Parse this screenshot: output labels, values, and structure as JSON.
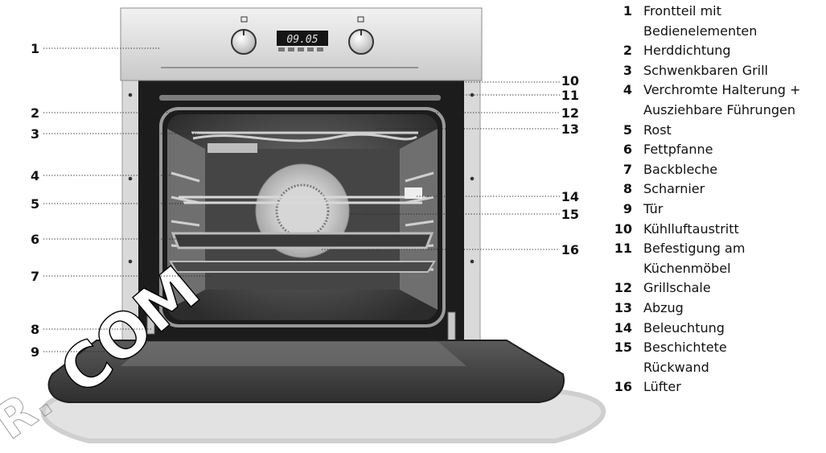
{
  "display": {
    "time": "09.05"
  },
  "watermark": {
    "text": "COM",
    "faint_text": "R."
  },
  "callouts_left": [
    "1",
    "2",
    "3",
    "4",
    "5",
    "6",
    "7",
    "8",
    "9"
  ],
  "callouts_right": [
    "10",
    "11",
    "12",
    "13",
    "14",
    "15",
    "16"
  ],
  "legend": [
    {
      "num": "1",
      "text": "Frontteil mit\nBedienelementen"
    },
    {
      "num": "2",
      "text": "Herddichtung"
    },
    {
      "num": "3",
      "text": "Schwenkbaren Grill"
    },
    {
      "num": "4",
      "text": "Verchromte Halterung +\nAusziehbare Führungen"
    },
    {
      "num": "5",
      "text": "Rost"
    },
    {
      "num": "6",
      "text": "Fettpfanne"
    },
    {
      "num": "7",
      "text": "Backbleche"
    },
    {
      "num": "8",
      "text": "Scharnier"
    },
    {
      "num": "9",
      "text": "Tür"
    },
    {
      "num": "10",
      "text": "Kühlluftaustritt"
    },
    {
      "num": "11",
      "text": "Befestigung am\nKüchenmöbel"
    },
    {
      "num": "12",
      "text": "Grillschale"
    },
    {
      "num": "13",
      "text": "Abzug"
    },
    {
      "num": "14",
      "text": "Beleuchtung"
    },
    {
      "num": "15",
      "text": "Beschichtete\nRückwand"
    },
    {
      "num": "16",
      "text": "Lüfter"
    }
  ]
}
